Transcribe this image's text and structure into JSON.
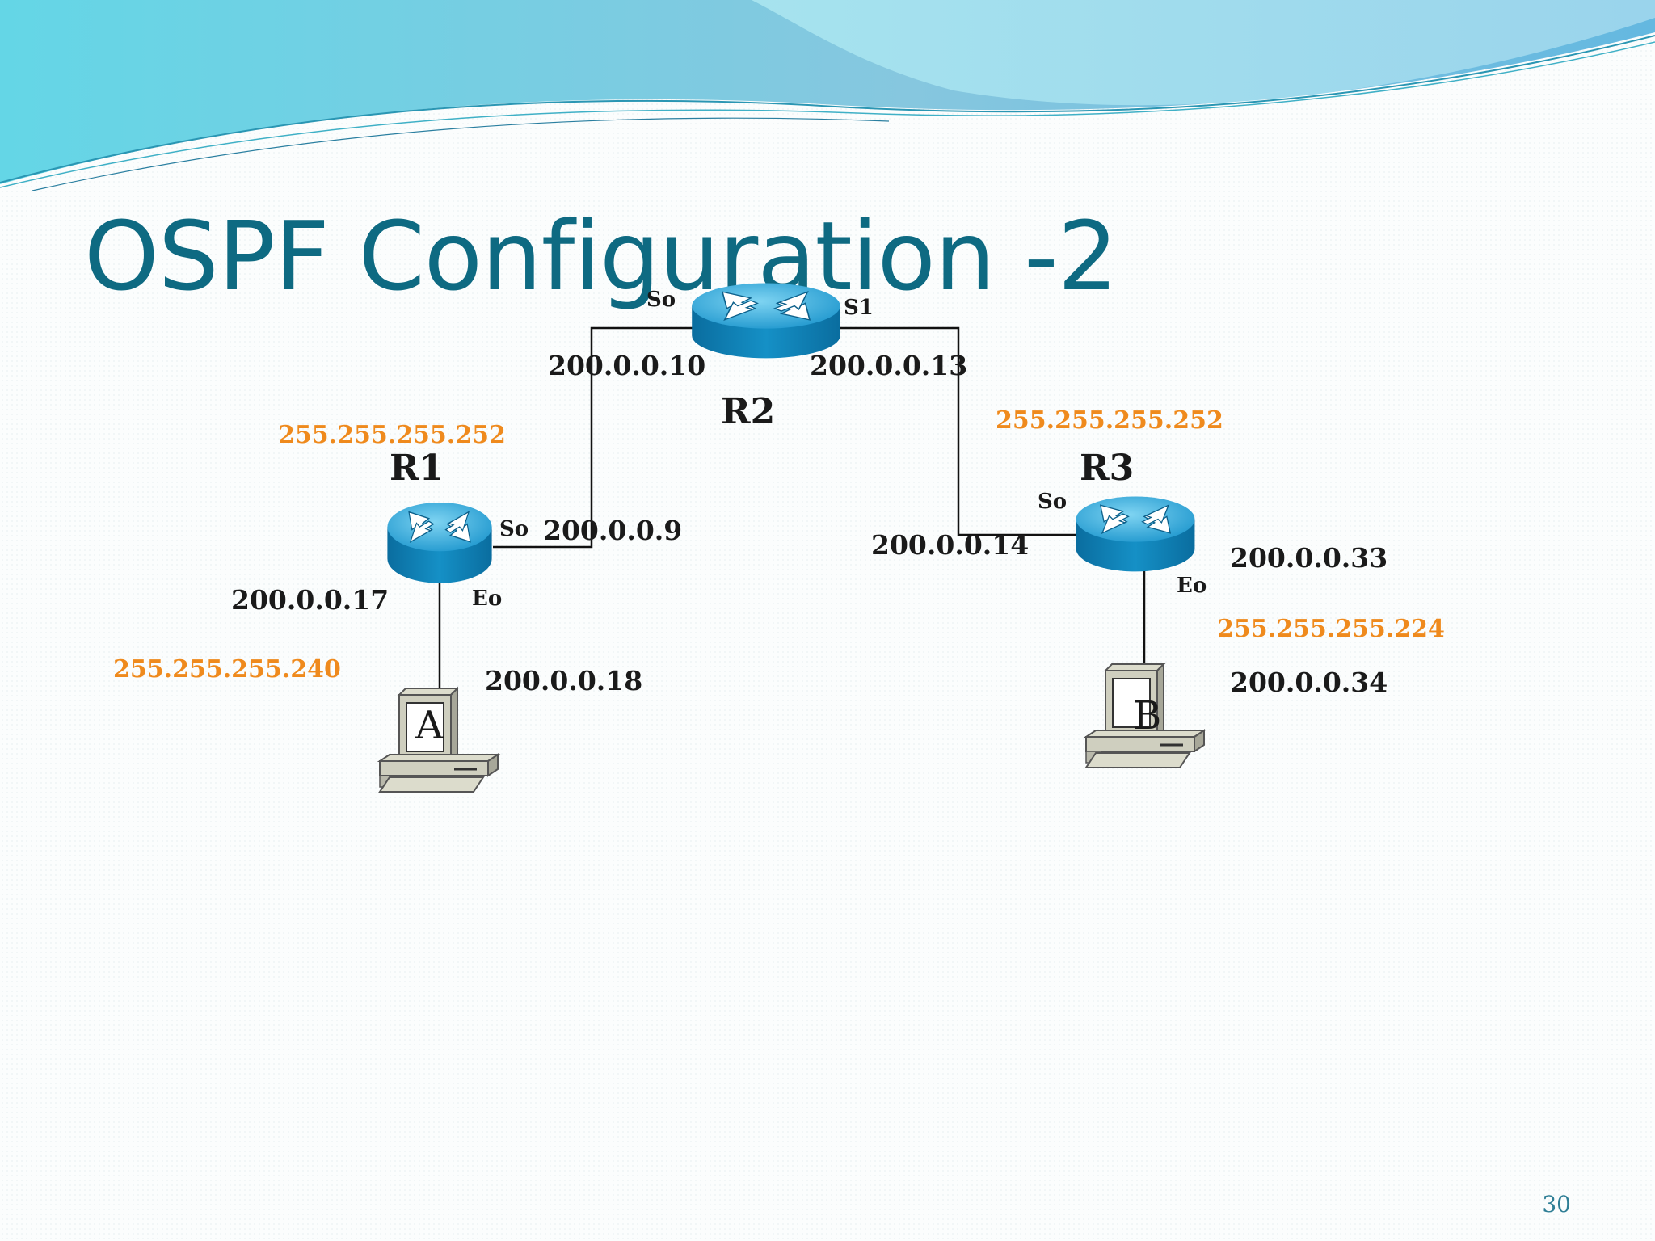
{
  "slide": {
    "title": "OSPF Configuration -2",
    "page_number": "30",
    "colors": {
      "title": "#0e6a82",
      "mask": "#ef8a1d",
      "router": "#1a8fc4",
      "wave": "#58c8df"
    }
  },
  "routers": {
    "r1": {
      "name": "R1",
      "s0_label": "So",
      "e0_label": "Eo",
      "s0_ip": "200.0.0.9",
      "e0_ip": "200.0.0.17",
      "mask_top": "255.255.255.252",
      "mask_lan": "255.255.255.240"
    },
    "r2": {
      "name": "R2",
      "s0_label": "So",
      "s1_label": "S1",
      "s0_ip": "200.0.0.10",
      "s1_ip": "200.0.0.13"
    },
    "r3": {
      "name": "R3",
      "s0_label": "So",
      "e0_label": "Eo",
      "s0_ip": "200.0.0.14",
      "e0_ip": "200.0.0.33",
      "mask_top": "255.255.255.252",
      "mask_lan": "255.255.255.224"
    }
  },
  "hosts": {
    "a": {
      "name": "A",
      "ip": "200.0.0.18"
    },
    "b": {
      "name": "B",
      "ip": "200.0.0.34"
    }
  },
  "icons": [
    "router-icon",
    "workstation-icon"
  ]
}
